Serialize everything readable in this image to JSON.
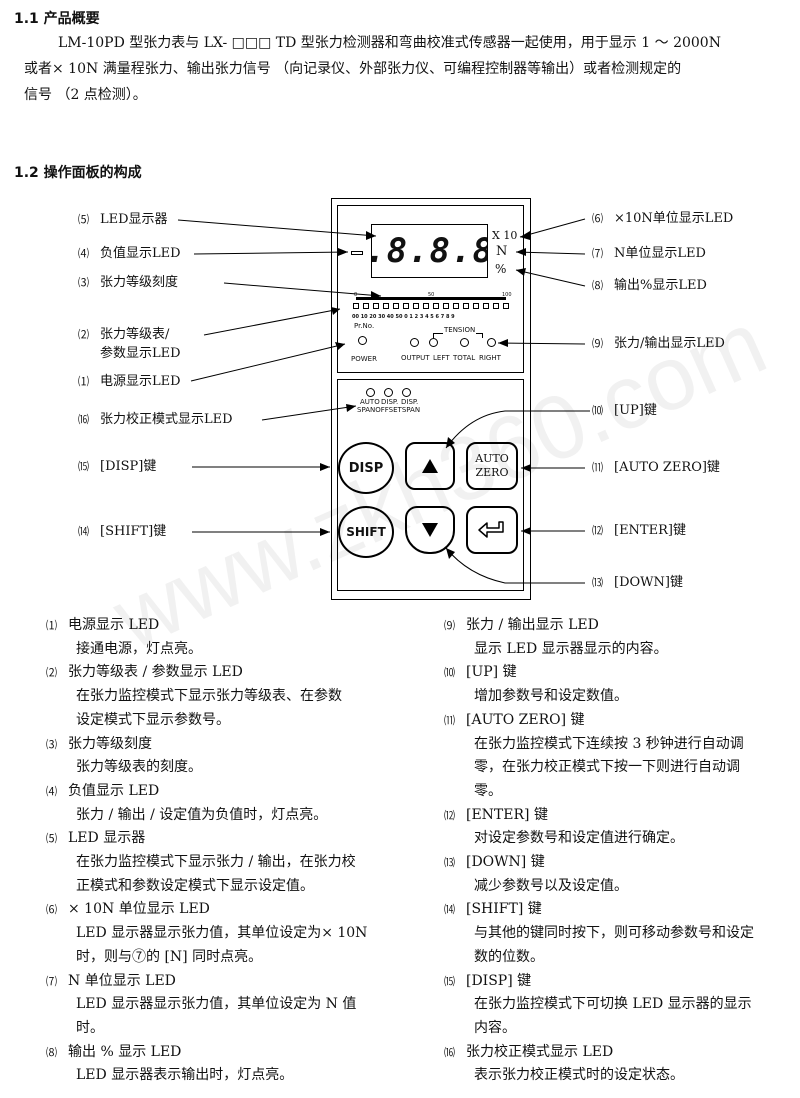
{
  "section1": {
    "heading": "1.1  产品概要",
    "lines": [
      "LM-10PD 型张力表与 LX- □□□ TD 型张力检测器和弯曲校准式传感器一起使用，用于显示 1 ～ 2000N",
      "或者× 10N 满量程张力、输出张力信号 （向记录仪、外部张力仪、可编程控制器等输出）或者检测规定的",
      "信号 （2 点检测）。"
    ]
  },
  "section2": {
    "heading": "1.2  操作面板的构成"
  },
  "callouts_left": [
    {
      "num": "⑸",
      "label": "LED显示器"
    },
    {
      "num": "⑷",
      "label": "负值显示LED"
    },
    {
      "num": "⑶",
      "label": "张力等级刻度"
    },
    {
      "num": "⑵",
      "label": "张力等级表/"
    },
    {
      "num": "",
      "label": "参数显示LED"
    },
    {
      "num": "⑴",
      "label": "电源显示LED"
    },
    {
      "num": "⒃",
      "label": "张力校正模式显示LED"
    },
    {
      "num": "⒂",
      "label": "[DISP]键"
    },
    {
      "num": "⒁",
      "label": "[SHIFT]键"
    }
  ],
  "callouts_right": [
    {
      "num": "⑹",
      "label": "×10N单位显示LED"
    },
    {
      "num": "⑺",
      "label": "N单位显示LED"
    },
    {
      "num": "⑻",
      "label": "输出%显示LED"
    },
    {
      "num": "⑼",
      "label": "张力/输出显示LED"
    },
    {
      "num": "⑽",
      "label": "[UP]键"
    },
    {
      "num": "⑾",
      "label": "[AUTO  ZERO]键"
    },
    {
      "num": "⑿",
      "label": "[ENTER]键"
    },
    {
      "num": "⒀",
      "label": "[DOWN]键"
    }
  ],
  "panel": {
    "display_digits": "8.8.8.8.",
    "unit_x10": "X 10",
    "unit_n": "N",
    "unit_pct": "%",
    "scale_0": "0",
    "scale_50": "50",
    "scale_100": "100",
    "param_numbers": "00 10 20 30 40 50  0  1  2  3  4  5  6  7  8  9",
    "pr_no": "Pr.No.",
    "power": "POWER",
    "tension": "TENSION",
    "output": "OUTPUT",
    "left": "LEFT",
    "total": "TOTAL",
    "right": "RIGHT",
    "auto": "AUTO",
    "disp1": "DISP.",
    "disp2": "DISP.",
    "span_offset_span": "SPANOFFSETSPAN",
    "btn_disp": "DISP",
    "btn_shift": "SHIFT",
    "btn_auto": "AUTO",
    "btn_zero": "ZERO"
  },
  "descriptions_left": [
    {
      "num": "⑴",
      "title": "电源显示 LED",
      "body": [
        "接通电源，灯点亮。"
      ]
    },
    {
      "num": "⑵",
      "title": "张力等级表 / 参数显示 LED",
      "body": [
        "在张力监控模式下显示张力等级表、在参数",
        "设定模式下显示参数号。"
      ]
    },
    {
      "num": "⑶",
      "title": "张力等级刻度",
      "body": [
        "张力等级表的刻度。"
      ]
    },
    {
      "num": "⑷",
      "title": "负值显示 LED",
      "body": [
        "张力 / 输出 / 设定值为负值时，灯点亮。"
      ]
    },
    {
      "num": "⑸",
      "title": "LED 显示器",
      "body": [
        "在张力监控模式下显示张力 / 输出，在张力校",
        "正模式和参数设定模式下显示设定值。"
      ]
    },
    {
      "num": "⑹",
      "title": "× 10N 单位显示 LED",
      "body": [
        "LED 显示器显示张力值，其单位设定为× 10N",
        "时，则与⑦的 [N] 同时点亮。"
      ]
    },
    {
      "num": "⑺",
      "title": "N 单位显示 LED",
      "body": [
        "LED  显示器显示张力值，其单位设定为  N  值",
        "时。"
      ]
    },
    {
      "num": "⑻",
      "title": "输出 % 显示 LED",
      "body": [
        "LED 显示器表示输出时，灯点亮。"
      ]
    }
  ],
  "descriptions_right": [
    {
      "num": "⑼",
      "title": "张力 / 输出显示 LED",
      "body": [
        "显示 LED 显示器显示的内容。"
      ]
    },
    {
      "num": "⑽",
      "title": "[UP] 键",
      "body": [
        "增加参数号和设定数值。"
      ]
    },
    {
      "num": "⑾",
      "title": "[AUTO ZERO] 键",
      "body": [
        "在张力监控模式下连续按  3  秒钟进行自动调",
        "零，在张力校正模式下按一下则进行自动调",
        "零。"
      ]
    },
    {
      "num": "⑿",
      "title": "[ENTER] 键",
      "body": [
        "对设定参数号和设定值进行确定。"
      ]
    },
    {
      "num": "⒀",
      "title": "[DOWN] 键",
      "body": [
        "减少参数号以及设定值。"
      ]
    },
    {
      "num": "⒁",
      "title": "[SHIFT] 键",
      "body": [
        "与其他的键同时按下，则可移动参数号和设定",
        "数的位数。"
      ]
    },
    {
      "num": "⒂",
      "title": "[DISP] 键",
      "body": [
        "在张力监控模式下可切换 LED 显示器的显示",
        "内容。"
      ]
    },
    {
      "num": "⒃",
      "title": "张力校正模式显示 LED",
      "body": [
        "表示张力校正模式时的设定状态。"
      ]
    }
  ],
  "watermark": "www.zkh360.com"
}
